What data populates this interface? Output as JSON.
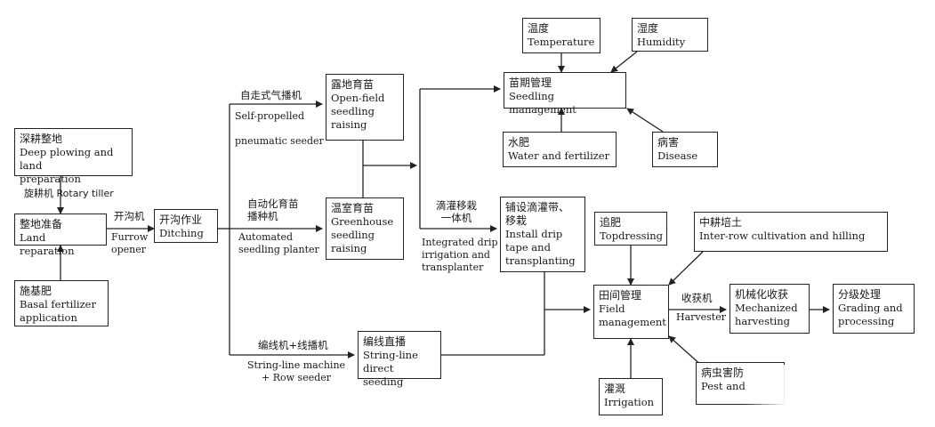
{
  "boxes": {
    "deep_plowing": {
      "zh": "深耕整地",
      "en": "Deep plowing and land\npreparation"
    },
    "land_prep": {
      "zh": "整地准备",
      "en": "Land reparation"
    },
    "basal": {
      "zh": "施基肥",
      "en": "Basal fertilizer\napplication"
    },
    "ditching": {
      "zh": "开沟作业",
      "en": "Ditching"
    },
    "open_field": {
      "zh": "露地育苗",
      "en": "Open-field\nseedling\nraising"
    },
    "greenhouse": {
      "zh": "温室育苗",
      "en": "Greenhouse\nseedling\nraising"
    },
    "string_line": {
      "zh": "编线直播",
      "en": "String-line\ndirect seeding"
    },
    "temperature": {
      "zh": "温度",
      "en": "Temperature"
    },
    "humidity": {
      "zh": "湿度",
      "en": "Humidity"
    },
    "seedling_mgmt": {
      "zh": "苗期管理",
      "en": "Seedling management"
    },
    "water": {
      "zh": "水肥",
      "en": "Water and fertilizer"
    },
    "disease": {
      "zh": "病害",
      "en": "Disease"
    },
    "install_drip": {
      "zh": "铺设滴灌带、\n移栽",
      "en": "Install drip\ntape and\ntransplanting"
    },
    "topdressing": {
      "zh": "追肥",
      "en": "Topdressing"
    },
    "interrow": {
      "zh": "中耕培土",
      "en": "Inter-row cultivation and hilling"
    },
    "field_mgmt": {
      "zh": "田间管理",
      "en": "Field\nmanagement"
    },
    "mech_harvest": {
      "zh": "机械化收获",
      "en": "Mechanized\nharvesting"
    },
    "grading": {
      "zh": "分级处理",
      "en": "Grading and\nprocessing"
    },
    "irrigation": {
      "zh": "灌溉",
      "en": "Irrigation"
    },
    "pest": {
      "zh": "病虫害防",
      "en": "Pest and"
    }
  },
  "labels": {
    "rotary_tiller": "旋耕机  Rotary tiller",
    "ditcher_zh": "开沟机",
    "furrow_opener": "Furrow\nopener",
    "self_propelled_zh": "自走式气播机",
    "self_propelled_en": "Self-propelled\n\npneumatic seeder",
    "auto_planter_zh": "自动化育苗\n播种机",
    "auto_planter_en": "Automated\nseedling planter",
    "drip_transplanter_zh": "滴灌移栽\n一体机",
    "drip_transplanter_en": "Integrated drip\nirrigation and\ntransplanter",
    "string_seeder_zh": "编线机+线播机",
    "string_seeder_en": "String-line machine\n+ Row seeder",
    "harvester_zh": "收获机",
    "harvester_en": "Harvester"
  }
}
